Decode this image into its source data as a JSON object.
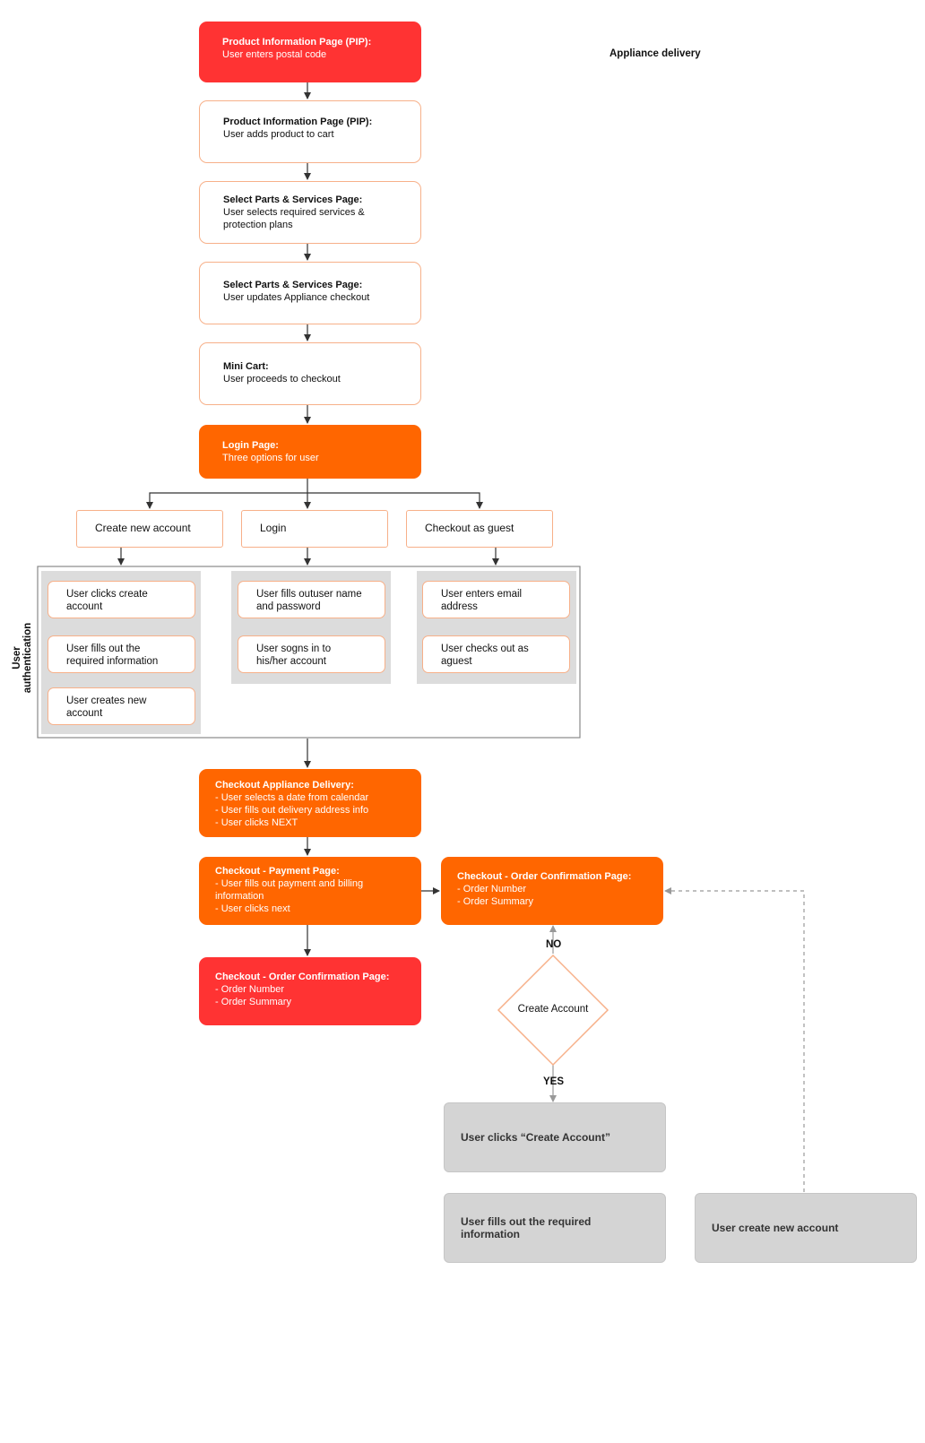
{
  "top_label": "Appliance delivery",
  "side_label": "User authentication",
  "main_flow": [
    {
      "title": "Product Information Page (PIP):",
      "text": "User enters postal code"
    },
    {
      "title": "Product Information Page (PIP):",
      "text": "User adds product to cart"
    },
    {
      "title": "Select Parts & Services Page:",
      "text": "User selects required services &\nprotection plans"
    },
    {
      "title": "Select Parts & Services Page:",
      "text": "User updates Appliance checkout"
    },
    {
      "title": "Mini Cart:",
      "text": "User proceeds to checkout"
    },
    {
      "title": "Login Page:",
      "text": "Three options for user"
    }
  ],
  "options": [
    "Create new account",
    "Login",
    "Checkout as guest"
  ],
  "auth_steps": {
    "create": [
      "User clicks create\naccount",
      "User fills out the\nrequired information",
      "User creates new\naccount"
    ],
    "login": [
      "User fills outuser name\nand password",
      "User sogns in to\nhis/her account"
    ],
    "guest": [
      "User enters email\naddress",
      "User checks out as\naguest"
    ]
  },
  "checkout_delivery": {
    "title": "Checkout Appliance Delivery:",
    "text": "- User selects a date from calendar\n- User fills  out delivery address info\n- User clicks NEXT"
  },
  "checkout_payment": {
    "title": "Checkout - Payment Page:",
    "text": "- User fills out payment and billing\ninformation\n- User clicks next"
  },
  "order_confirmation_main": {
    "title": "Checkout - Order Confirmation Page:",
    "text": "- Order Number\n- Order Summary"
  },
  "order_confirmation_side": {
    "title": "Checkout - Order Confirmation Page:",
    "text": "- Order Number\n- Order Summary"
  },
  "decision": {
    "label": "Create Account",
    "no": "NO",
    "yes": "YES"
  },
  "gray_steps": [
    "User clicks “Create Account”",
    "User fills out the required\ninformation",
    "User create new account"
  ],
  "colors": {
    "red": "#ff3333",
    "orange": "#ff6600",
    "outline": "#f7b089",
    "panel": "#dcdcdc",
    "gray_box": "#d4d4d4"
  }
}
